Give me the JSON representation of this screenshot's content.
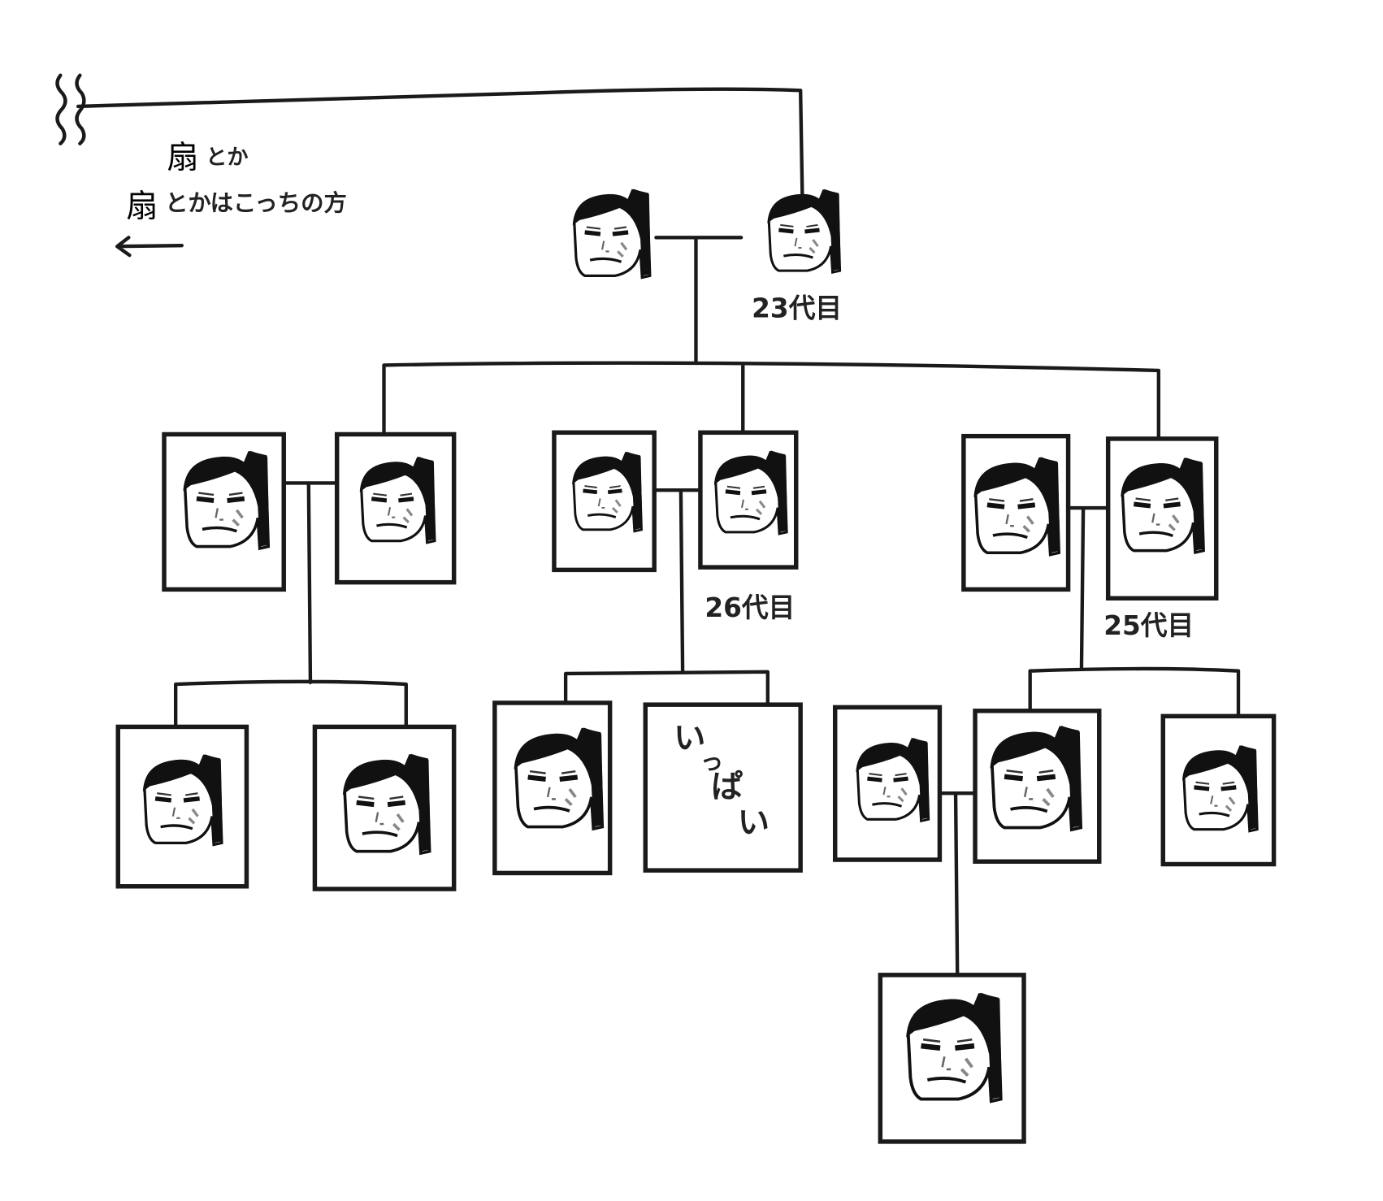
{
  "diagram": {
    "type": "family-tree",
    "annotation": {
      "line1_kanji": "扇",
      "line1_rest": "とか",
      "line2_kanji": "扇",
      "line2_rest": "とかはこっちの方",
      "arrow": "arrow-left-icon"
    },
    "generation_labels": {
      "gen23": "23代目",
      "gen26": "26代目",
      "gen25": "25代目"
    },
    "placeholder_box_text": [
      "い",
      "っ",
      "ぱ",
      "い"
    ],
    "colors": {
      "ink": "#1a1a1a",
      "paper": "#ffffff"
    }
  }
}
